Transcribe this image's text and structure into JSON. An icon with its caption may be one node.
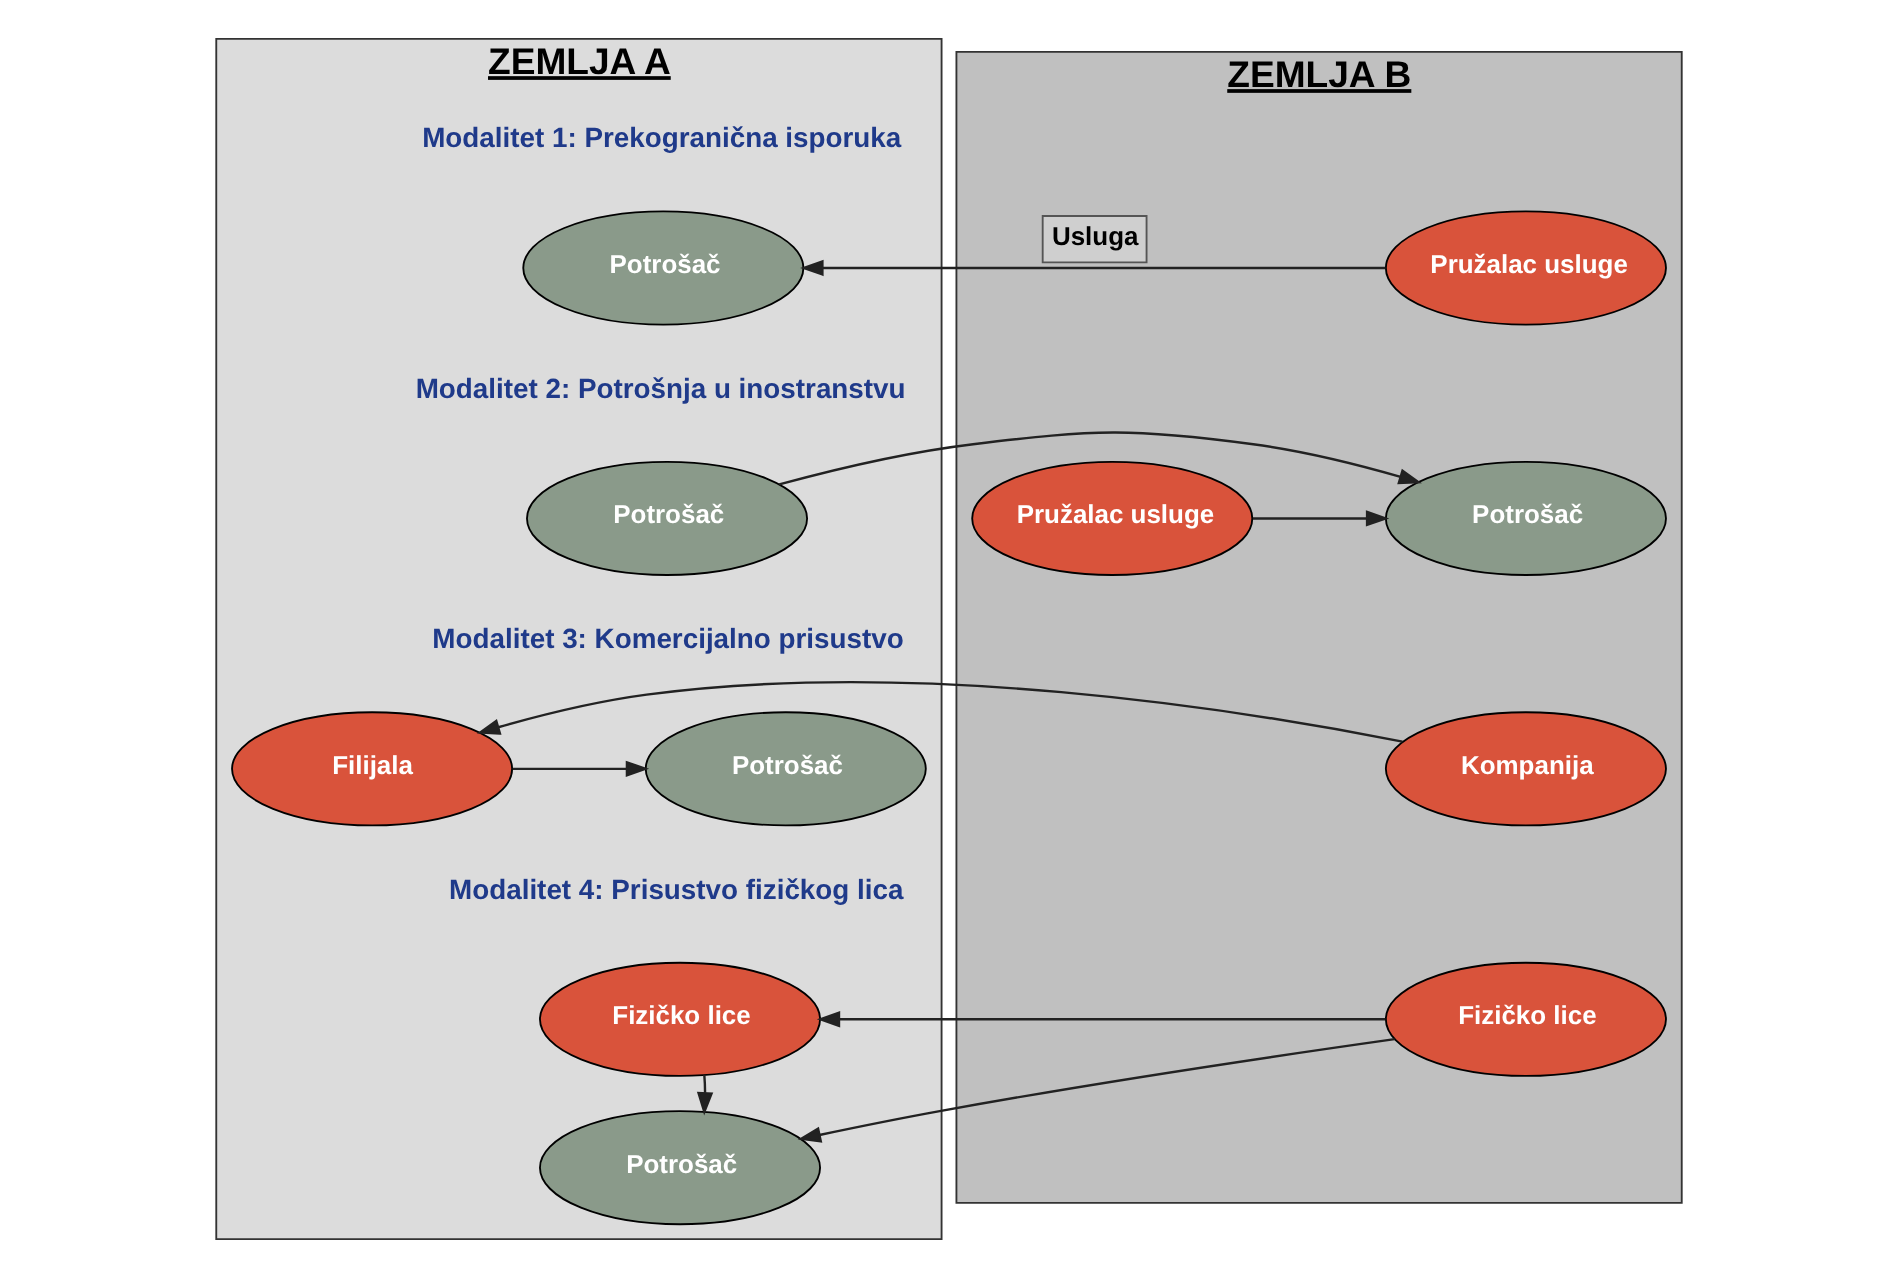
{
  "diagram": {
    "nodes": [
      {
        "text": [
          "ZEMLJA A"
        ]
      },
      {
        "text": [
          "ZEMLJA B"
        ]
      },
      {
        "text": [
          "Potrošač"
        ],
        "in": 0
      },
      {
        "text": [
          "Pružalac usluge"
        ],
        "in": 1
      },
      {
        "text": [
          "Potrošač"
        ],
        "in": 0
      },
      {
        "text": [
          "Potrošač"
        ],
        "in": 1
      },
      {
        "text": [
          "Pružalac usluge"
        ],
        "in": 1
      },
      {
        "text": [
          "Potrošač"
        ],
        "in": 0
      },
      {
        "text": [
          "Filijala"
        ],
        "in": 0
      },
      {
        "text": [
          "Kompanija"
        ],
        "in": 1
      },
      {
        "text": [
          "Fizičko lice"
        ],
        "in": 0
      },
      {
        "text": [
          "Potrošač"
        ],
        "in": 0
      },
      {
        "text": [
          "Fizičko lice"
        ],
        "in": 1
      }
    ],
    "edges": [
      {
        "from": 3,
        "to": 2,
        "arrow": "to",
        "label": "Usluga"
      },
      {
        "from": 4,
        "to": 5,
        "arrow": "to"
      },
      {
        "from": 6,
        "to": 5,
        "arrow": "to"
      },
      {
        "from": 9,
        "to": 8,
        "arrow": "to"
      },
      {
        "from": 8,
        "to": 7,
        "arrow": "to"
      },
      {
        "from": 12,
        "to": 10,
        "arrow": "to"
      },
      {
        "from": 10,
        "to": 11,
        "arrow": "to"
      },
      {
        "from": 12,
        "to": 11,
        "arrow": "to"
      }
    ],
    "labels": [
      "Modalitet 1: Prekogranična isporuka",
      "Modalitet 2: Potrošnja u inostranstvu",
      "Modalitet 3: Komercijalno prisustvo",
      "Modalitet 4: Prisustvo fizičkog lica"
    ]
  }
}
